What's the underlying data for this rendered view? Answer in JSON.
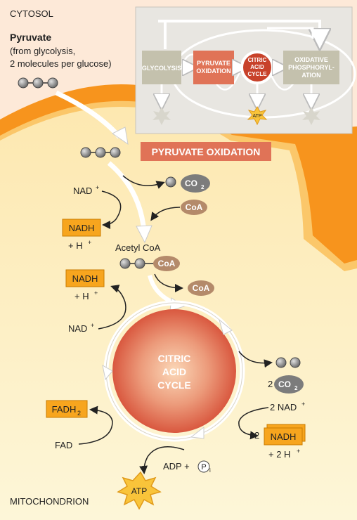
{
  "labels": {
    "cytosol": "CYTOSOL",
    "mitochondrion": "MITOCHONDRION",
    "pyruvate": "Pyruvate",
    "pyruvate_src1": "(from glycolysis,",
    "pyruvate_src2": "2 molecules per glucose)",
    "pyruvate_oxidation": "PYRUVATE OXIDATION",
    "acetyl_coa": "Acetyl CoA",
    "coa": "CoA",
    "co2": "CO",
    "sub2": "2",
    "nad_plus": "NAD",
    "plus": "+",
    "nadh": "NADH",
    "h_plus": "+ H",
    "citric1": "CITRIC",
    "citric2": "ACID",
    "citric3": "CYCLE",
    "two": "2",
    "two_nad": "2 NAD",
    "two_h": "+ 2 H",
    "fadh": "FADH",
    "fad": "FAD",
    "adp": "ADP +",
    "pi_p": "P",
    "pi_i": "i",
    "atp": "ATP"
  },
  "overview": {
    "glycolysis": "GLYCOLYSIS",
    "pyr_ox1": "PYRUVATE",
    "pyr_ox2": "OXIDATION",
    "cac1": "CITRIC",
    "cac2": "ACID",
    "cac3": "CYCLE",
    "oxphos1": "OXIDATIVE",
    "oxphos2": "PHOSPHORYL-",
    "oxphos3": "ATION",
    "atp": "ATP"
  },
  "colors": {
    "cytosol_bg": "#fde9d8",
    "membrane_orange": "#f7941d",
    "matrix": "#fdf3c8",
    "highlight_red": "#e07357",
    "box_orange": "#f7a51e",
    "molecule_gray": "#8c8c8c",
    "coa_tan": "#b48a6a"
  }
}
